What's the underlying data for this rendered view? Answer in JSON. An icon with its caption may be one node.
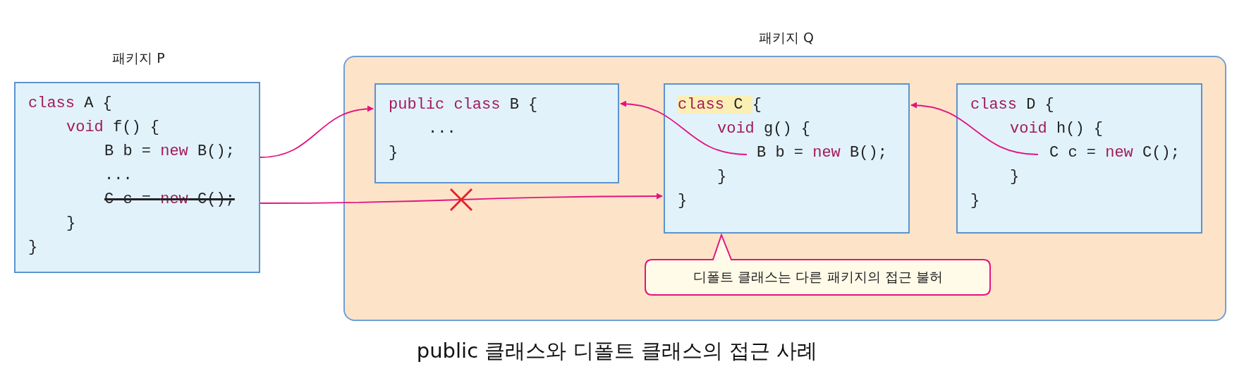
{
  "diagram": {
    "caption": "public 클래스와 디폴트 클래스의 접근 사례",
    "nodes": [
      {
        "text": [
          "패키지 P",
          "class A {",
          "void f() {",
          "B b = new B();",
          "...",
          "C c = new C();",
          "}",
          "}"
        ]
      },
      {
        "text": [
          "패키지 Q"
        ]
      },
      {
        "text": [
          "public class B {",
          "...",
          "}"
        ],
        "in": 1
      },
      {
        "text": [
          "class C {",
          "void g() {",
          "B b = new B();",
          "}",
          "}"
        ],
        "in": 1
      },
      {
        "text": [
          "class D {",
          "void h() {",
          "C c = new C();",
          "}",
          "}"
        ],
        "in": 1
      },
      {
        "text": [
          "디폴트 클래스는 다른 패키지의 접근 불허"
        ],
        "in": 1
      }
    ],
    "edges": [
      {
        "from": 0,
        "to": 2,
        "arrow": "to"
      },
      {
        "from": 0,
        "to": 3,
        "arrow": "to"
      },
      {
        "from": 3,
        "to": 2,
        "arrow": "to"
      },
      {
        "from": 4,
        "to": 3,
        "arrow": "to"
      }
    ]
  }
}
